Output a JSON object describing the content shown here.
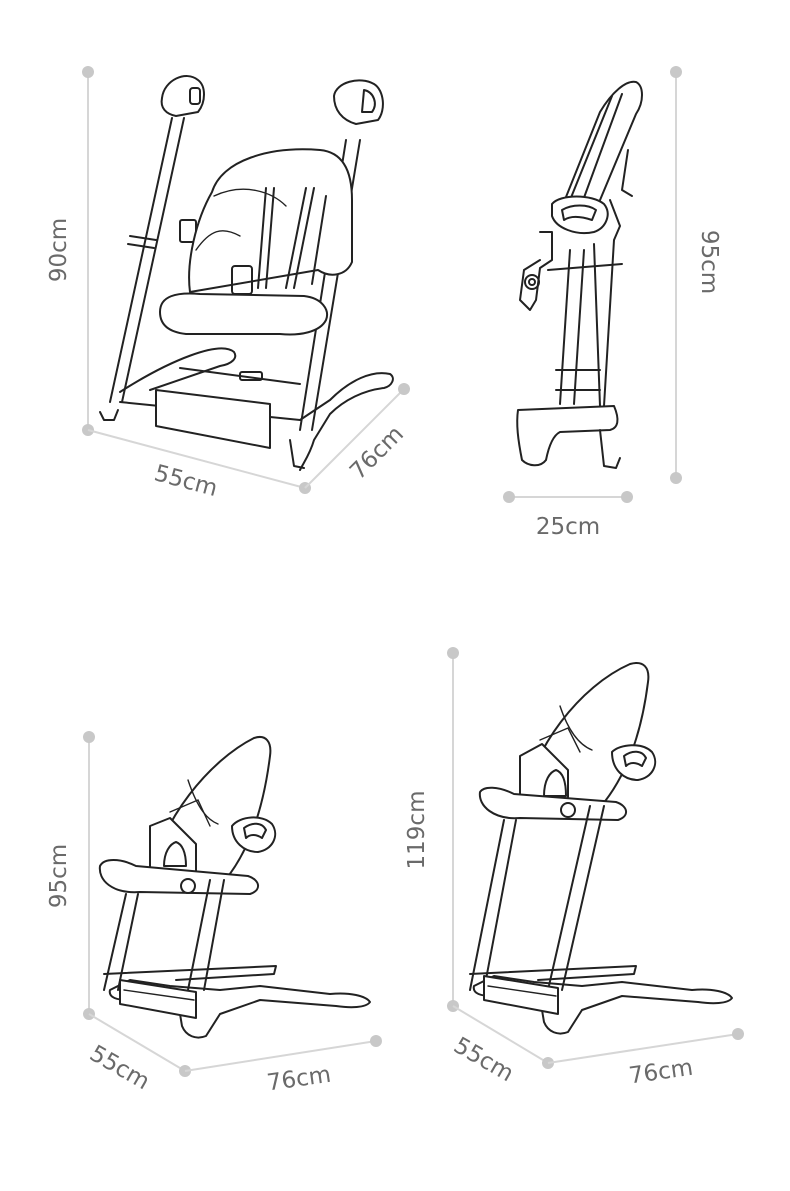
{
  "figures": {
    "open_view": {
      "height": "90cm",
      "width": "55cm",
      "depth": "76cm"
    },
    "folded_view": {
      "height": "95cm",
      "depth": "25cm"
    },
    "low_view": {
      "height": "95cm",
      "width": "55cm",
      "depth": "76cm"
    },
    "high_view": {
      "height": "119cm",
      "width": "55cm",
      "depth": "76cm"
    }
  }
}
